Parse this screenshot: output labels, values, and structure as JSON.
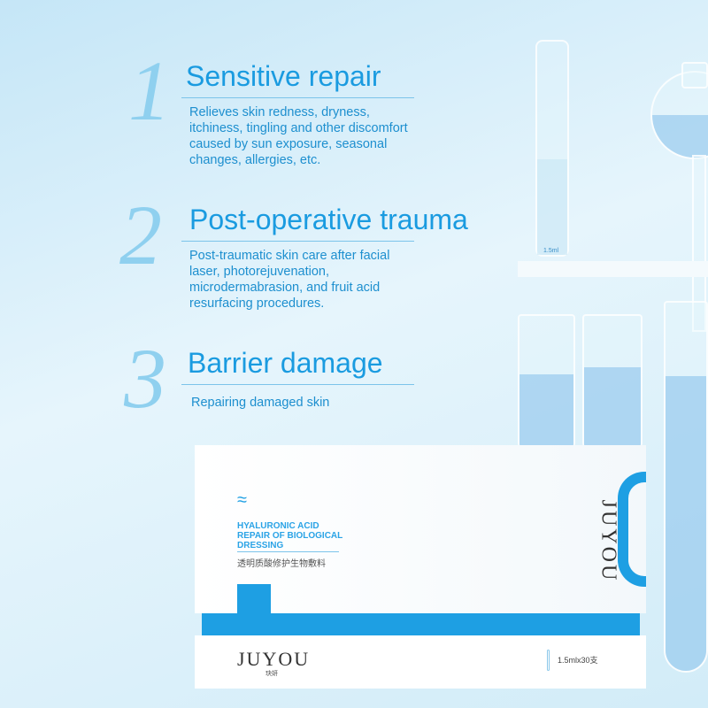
{
  "features": [
    {
      "number": "1",
      "title": "Sensitive repair",
      "text": "Relieves skin redness, dryness, itchiness, tingling and other discomfort caused by sun exposure, seasonal changes, allergies, etc."
    },
    {
      "number": "2",
      "title": "Post-operative trauma",
      "text": "Post-traumatic skin care after facial laser, photorejuvenation, microdermabrasion, and fruit acid resurfacing procedures."
    },
    {
      "number": "3",
      "title": "Barrier damage",
      "text": "Repairing damaged skin"
    }
  ],
  "product": {
    "name_en": "HYALURONIC ACID REPAIR OF BIOLOGICAL DRESSING",
    "name_cn": "透明质酸修护生物敷料",
    "brand": "JUYOU",
    "brand_cn": "玦妍",
    "spec": "1.5mlx30支",
    "ampoule_label": "1.5ml"
  },
  "colors": {
    "accent": "#1a9be0",
    "box_blue": "#1e9fe3"
  }
}
